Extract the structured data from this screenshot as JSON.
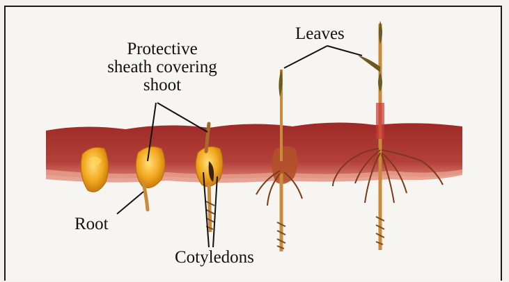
{
  "labels": {
    "sheath": [
      "Protective",
      "sheath covering",
      "shoot"
    ],
    "leaves": "Leaves",
    "root": "Root",
    "cotyledons": "Cotyledons"
  },
  "colors": {
    "soil": "#a8322e",
    "soil_dark": "#8a2623",
    "soil_edge": "#e08a7a",
    "seed": "#f2a81e",
    "seed_light": "#ffd45a",
    "stem": "#c98a3a",
    "leaf": "#6b5a22",
    "line": "#111111"
  }
}
